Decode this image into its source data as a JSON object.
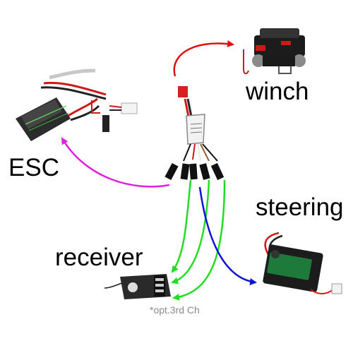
{
  "labels": {
    "winch": "winch",
    "esc": "ESC",
    "steering": "steering",
    "receiver": "receiver",
    "note": "*opt.3rd Ch"
  },
  "colors": {
    "red_arrow": "#e01010",
    "magenta_arrow": "#e020e0",
    "green_arrow": "#22dd22",
    "blue_arrow": "#1010d8"
  },
  "icons": [
    "winch-icon",
    "esc-icon",
    "controller-board-icon",
    "receiver-icon",
    "servo-icon"
  ]
}
